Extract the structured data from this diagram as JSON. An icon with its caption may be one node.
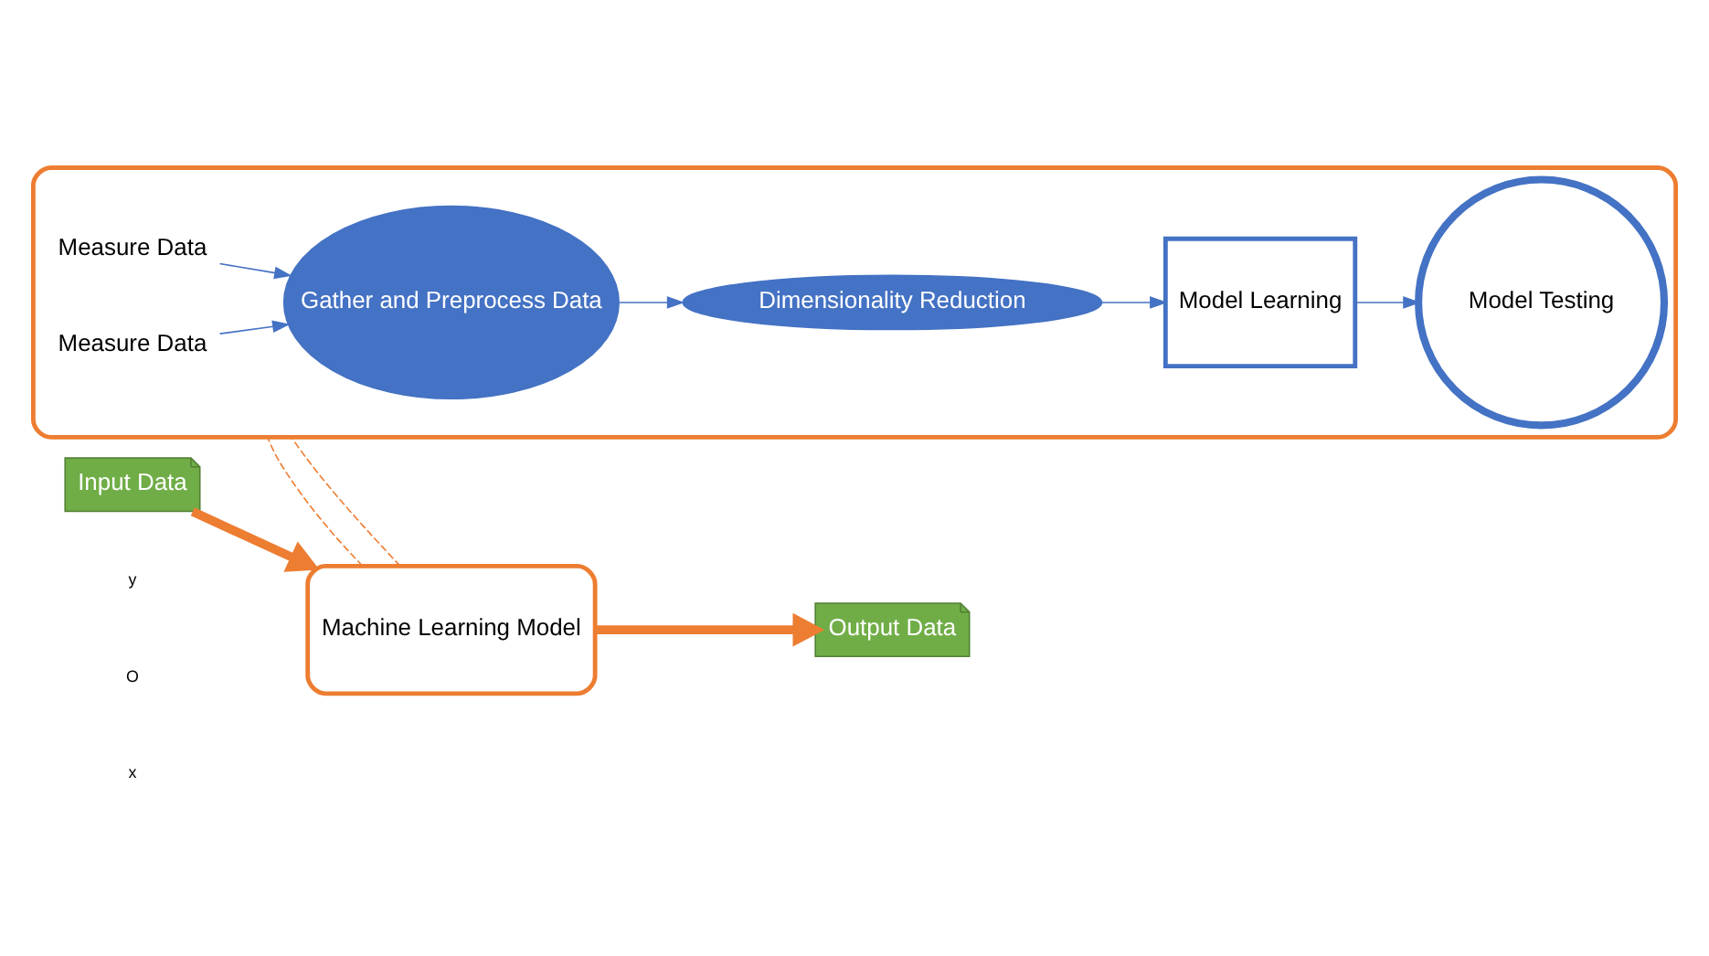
{
  "diagram": {
    "nodes": [
      {
        "text": [],
        "shape": "box"
      },
      {
        "text": [
          "Measure Data"
        ],
        "in": 0
      },
      {
        "text": [
          "Measure Data"
        ],
        "in": 0
      },
      {
        "text": [
          "Gather and Preprocess Data"
        ],
        "in": 0
      },
      {
        "text": [
          "Dimensionality Reduction"
        ],
        "in": 0
      },
      {
        "text": [
          "Model Testing"
        ],
        "in": 0
      },
      {
        "text": [
          "Model Learning"
        ],
        "in": 0
      },
      {
        "text": [
          "Input Data"
        ]
      },
      {
        "text": [
          "Machine Learning Model"
        ]
      },
      {
        "text": [
          "Output Data"
        ]
      }
    ],
    "edges": [
      {
        "from": 1,
        "to": 3,
        "arrow": "to"
      },
      {
        "from": 2,
        "to": 3,
        "arrow": "to"
      },
      {
        "from": 3,
        "to": 4,
        "arrow": "to"
      },
      {
        "from": 4,
        "to": 6,
        "arrow": "to"
      },
      {
        "from": 6,
        "to": 5,
        "arrow": "to"
      },
      {
        "from": 7,
        "to": 8,
        "arrow": "to",
        "style": "thick",
        "color": "#ed7d31"
      },
      {
        "from": 8,
        "to": 9,
        "arrow": "to",
        "style": "thick",
        "color": "#ed7d31"
      },
      {
        "from": 8,
        "to": 0,
        "arrow": "none",
        "style": "dashed",
        "color": "#ed7d31"
      },
      {
        "from": 8,
        "to": 0,
        "arrow": "none",
        "style": "dashed",
        "color": "#ed7d31"
      }
    ],
    "labels": [
      "y",
      "O",
      "x"
    ]
  }
}
